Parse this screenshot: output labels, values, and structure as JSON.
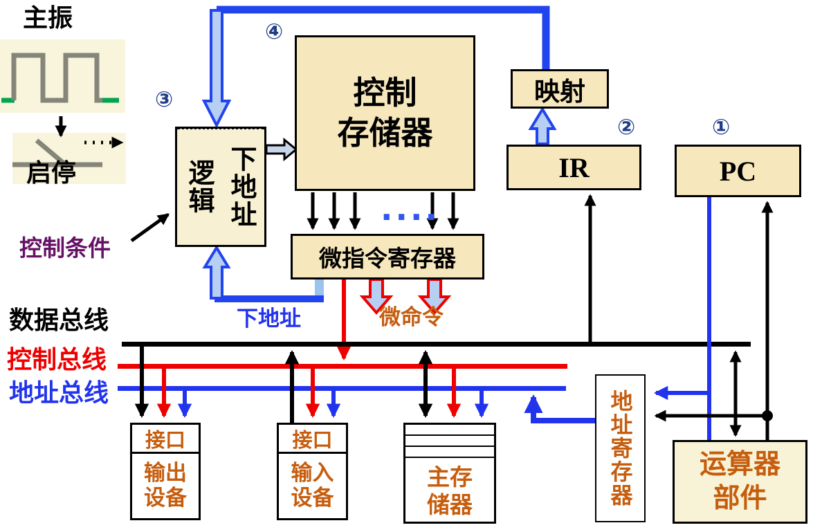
{
  "clock": {
    "oscillator_label": "主振",
    "start_stop_label": "启停"
  },
  "annotations": {
    "control_condition": "控制条件",
    "next_address_label": "下地址",
    "micro_command_label": "微命令",
    "ellipsis_dots": "...."
  },
  "buses": {
    "data": {
      "label": "数据总线",
      "color": "#000000"
    },
    "control": {
      "label": "控制总线",
      "color": "#EE0000"
    },
    "address": {
      "label": "地址总线",
      "color": "#2233EE"
    }
  },
  "blocks": {
    "control_memory": {
      "number": "④",
      "label_line1": "控制",
      "label_line2": "存储器"
    },
    "sequencer": {
      "number": "③",
      "label_right": "下地址",
      "label_left": "逻辑"
    },
    "micro_instruction_register": {
      "label": "微指令寄存器"
    },
    "mapping": {
      "label": "映射"
    },
    "ir": {
      "number": "②",
      "label": "IR"
    },
    "pc": {
      "number": "①",
      "label": "PC"
    },
    "output_device": {
      "port_label": "接口",
      "label_line1": "输出",
      "label_line2": "设备"
    },
    "input_device": {
      "port_label": "接口",
      "label_line1": "输入",
      "label_line2": "设备"
    },
    "main_memory": {
      "label_line1": "主存",
      "label_line2": "储器"
    },
    "address_register": {
      "label": "地址寄存器"
    },
    "alu": {
      "label_line1": "运算器",
      "label_line2": "部件"
    }
  },
  "palette": {
    "box_fill": "#F7E7BC",
    "sequencer_fill": "#F7F0D2",
    "alu_fill": "#F8F3D6",
    "pale_panel": "#F8F5DC",
    "hollow_arrow_fill": "#B6CFF2",
    "blue_path": "#2244EE",
    "red": "#EE0000",
    "orange_text": "#C65D0E",
    "purple_text": "#661166",
    "wave_gray": "#85857A",
    "wave_green": "#00A550",
    "number_blue": "#1F3C88"
  }
}
